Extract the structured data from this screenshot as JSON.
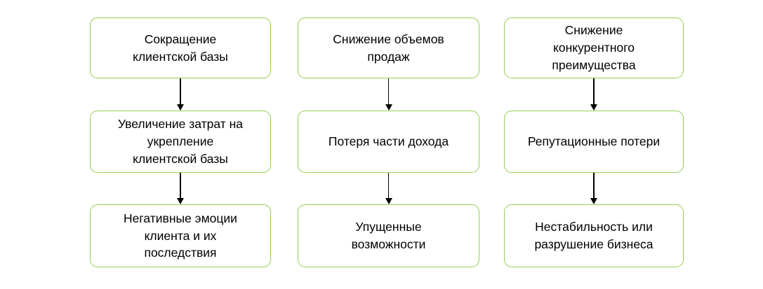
{
  "diagram": {
    "title": "consequences-flow-diagram",
    "colors": {
      "box_border": "#92d050",
      "arrow": "#000000",
      "text": "#000000",
      "background": "#ffffff"
    },
    "columns": [
      {
        "boxes": [
          "Сокращение\nклиентской базы",
          "Увеличение затрат на\nукрепление\nклиентской базы",
          "Негативные эмоции\nклиента и их\nпоследствия"
        ]
      },
      {
        "boxes": [
          "Снижение объемов\nпродаж",
          "Потеря части дохода",
          "Упущенные\nвозможности"
        ]
      },
      {
        "boxes": [
          "Снижение\nконкурентного\nпреимущества",
          "Репутационные потери",
          "Нестабильность или\nразрушение бизнеса"
        ]
      }
    ]
  }
}
